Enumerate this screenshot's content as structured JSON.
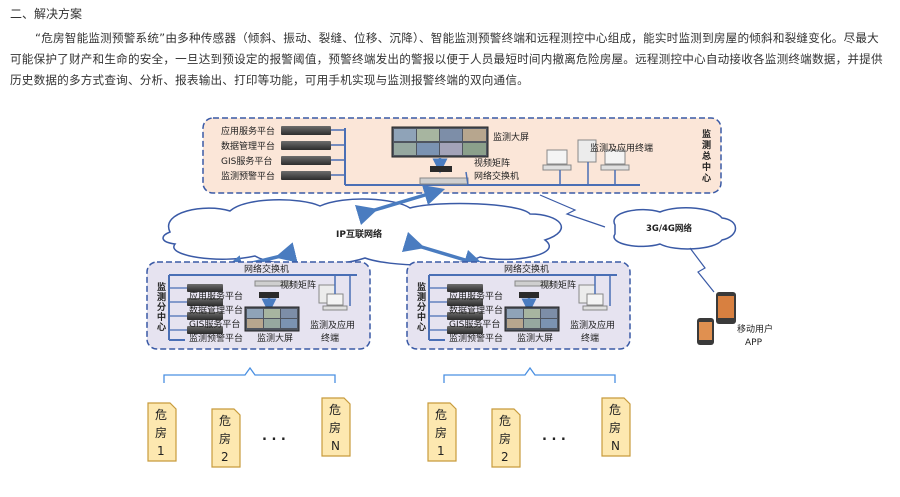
{
  "heading": "二、解决方案",
  "paragraph": "“危房智能监测预警系统”由多种传感器（倾斜、振动、裂缝、位移、沉降）、智能监测预警终端和远程测控中心组成，能实时监测到房屋的倾斜和裂缝变化。尽最大可能保护了财产和生命的安全，一旦达到预设定的报警阈值，预警终端发出的警报以便于人员最短时间内撤离危险房屋。远程测控中心自动接收各监测终端数据，并提供历史数据的多方式查询、分析、报表输出、打印等功能，可用手机实现与监测报警终端的双向通信。",
  "diagram": {
    "center": {
      "title": "监测总中心",
      "servers": [
        "应用服务平台",
        "数据管理平台",
        "GIS服务平台",
        "监测预警平台"
      ],
      "screen": "监测大屏",
      "matrix": "视频矩阵",
      "switch": "网络交换机",
      "terminals": "监测及应用终端"
    },
    "internet": "IP互联网络",
    "mobile_net": "3G/4G网络",
    "mobile_app": [
      "移动用户",
      "APP"
    ],
    "branch": {
      "title": "监测分中心",
      "switch": "网络交换机",
      "matrix": "视频矩阵",
      "servers": [
        "应用服务平台",
        "数据管理平台",
        "GIS服务平台",
        "监测预警平台"
      ],
      "screen": "监测大屏",
      "terminals": [
        "监测及应用",
        "终端"
      ]
    },
    "houses": [
      {
        "top": "危",
        "mid": "房",
        "num": "1"
      },
      {
        "top": "危",
        "mid": "房",
        "num": "2"
      },
      {
        "top": "危",
        "mid": "房",
        "num": "N"
      }
    ],
    "ellipsis": ". . ."
  },
  "colors": {
    "frame_border": "#3a5aa6",
    "center_fill": "#fbe6d8",
    "branch_fill": "#e6e3f0",
    "bus": "#4a6fb5",
    "arrow": "#4a7cc0",
    "house_fill": "#fde8b0",
    "house_border": "#c89b3c",
    "brace": "#4a90e2"
  }
}
